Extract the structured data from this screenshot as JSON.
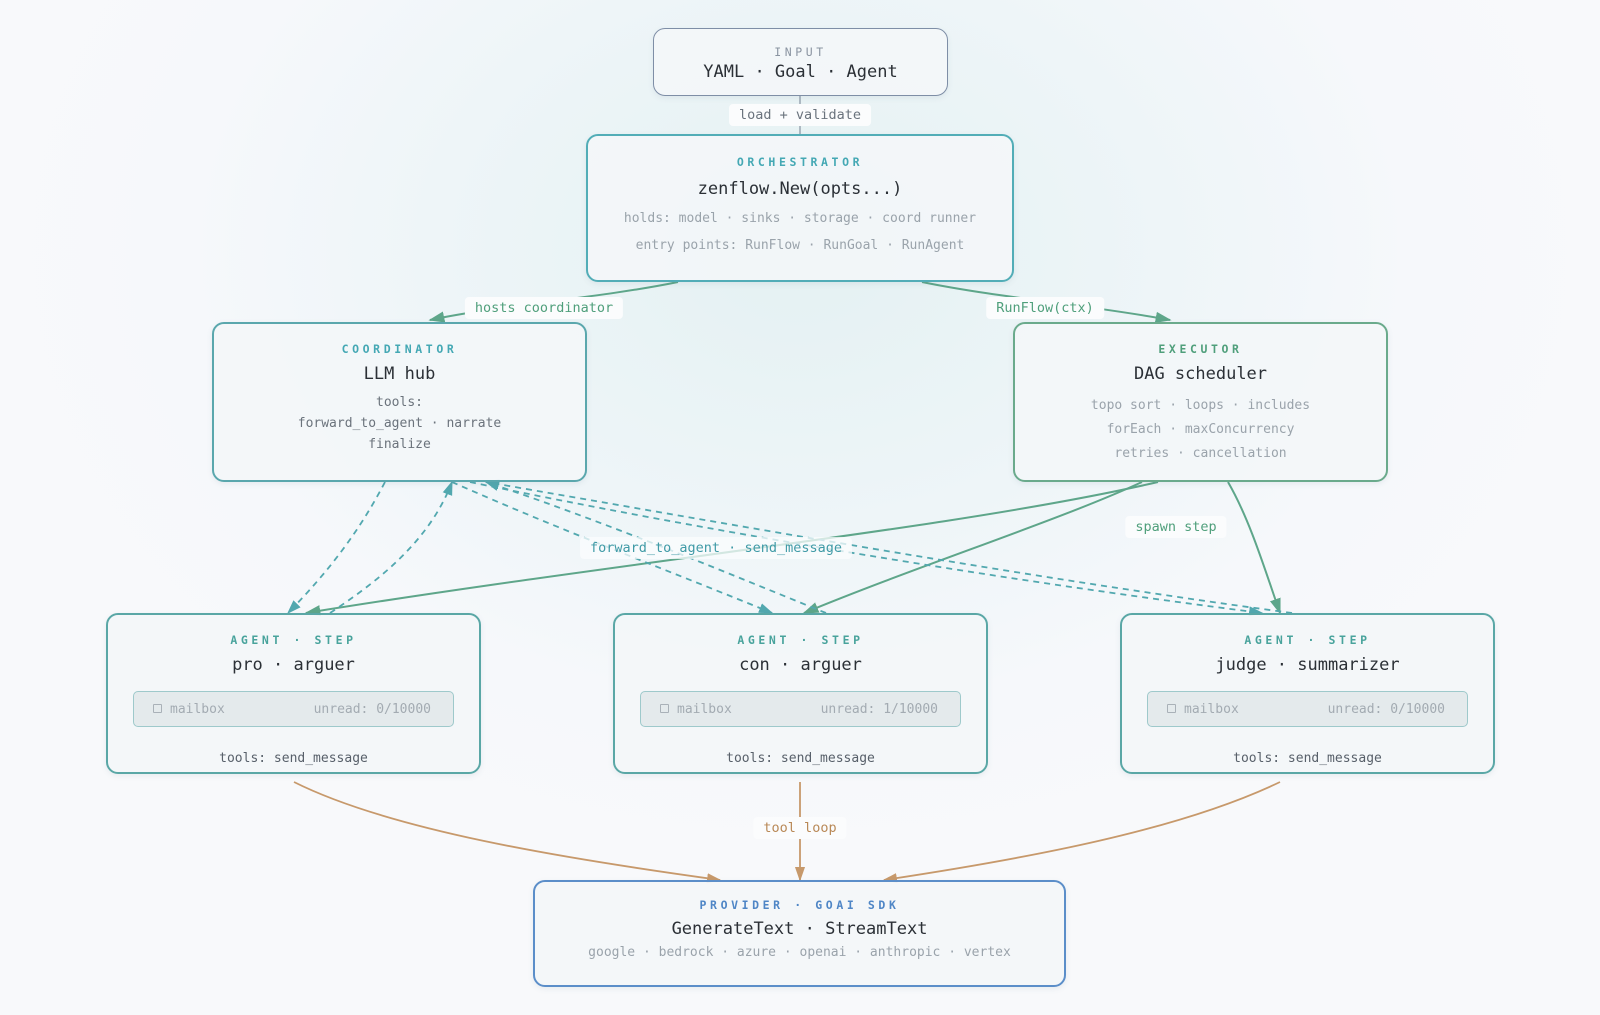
{
  "colors": {
    "input_border": "#7e8ea6",
    "orchestrator_border": "#52adb7",
    "coordinator_border": "#5aa7ad",
    "executor_border": "#6aaa8c",
    "agent_border": "#5aa7a6",
    "provider_border": "#5b8ec9",
    "teal_edge": "#52a8af",
    "green_edge": "#5ea68a",
    "orange_edge": "#c7996b",
    "gray_edge": "#9aa6b2"
  },
  "input": {
    "kicker": "INPUT",
    "title": "YAML · Goal · Agent"
  },
  "orchestrator": {
    "kicker": "ORCHESTRATOR",
    "title": "zenflow.New(opts...)",
    "line1": "holds: model · sinks · storage · coord runner",
    "line2": "entry points: RunFlow · RunGoal · RunAgent"
  },
  "coordinator": {
    "kicker": "COORDINATOR",
    "title": "LLM hub",
    "line1": "tools:",
    "line2": "forward_to_agent · narrate",
    "line3": "finalize"
  },
  "executor": {
    "kicker": "EXECUTOR",
    "title": "DAG scheduler",
    "line1": "topo sort · loops · includes",
    "line2": "forEach · maxConcurrency",
    "line3": "retries · cancellation"
  },
  "agents": [
    {
      "kicker": "AGENT · STEP",
      "title": "pro · arguer",
      "mailbox": "mailbox",
      "unread": "unread: 0/10000",
      "tools": "tools: send_message"
    },
    {
      "kicker": "AGENT · STEP",
      "title": "con · arguer",
      "mailbox": "mailbox",
      "unread": "unread: 1/10000",
      "tools": "tools: send_message"
    },
    {
      "kicker": "AGENT · STEP",
      "title": "judge · summarizer",
      "mailbox": "mailbox",
      "unread": "unread: 0/10000",
      "tools": "tools: send_message"
    }
  ],
  "provider": {
    "kicker": "PROVIDER · GOAI SDK",
    "title": "GenerateText · StreamText",
    "line1": "google · bedrock · azure · openai · anthropic · vertex"
  },
  "edge_labels": {
    "load_validate": "load + validate",
    "hosts_coordinator": "hosts coordinator",
    "runflow": "RunFlow(ctx)",
    "forward_send": "forward_to_agent · send_message",
    "spawn_step": "spawn step",
    "tool_loop": "tool loop"
  }
}
